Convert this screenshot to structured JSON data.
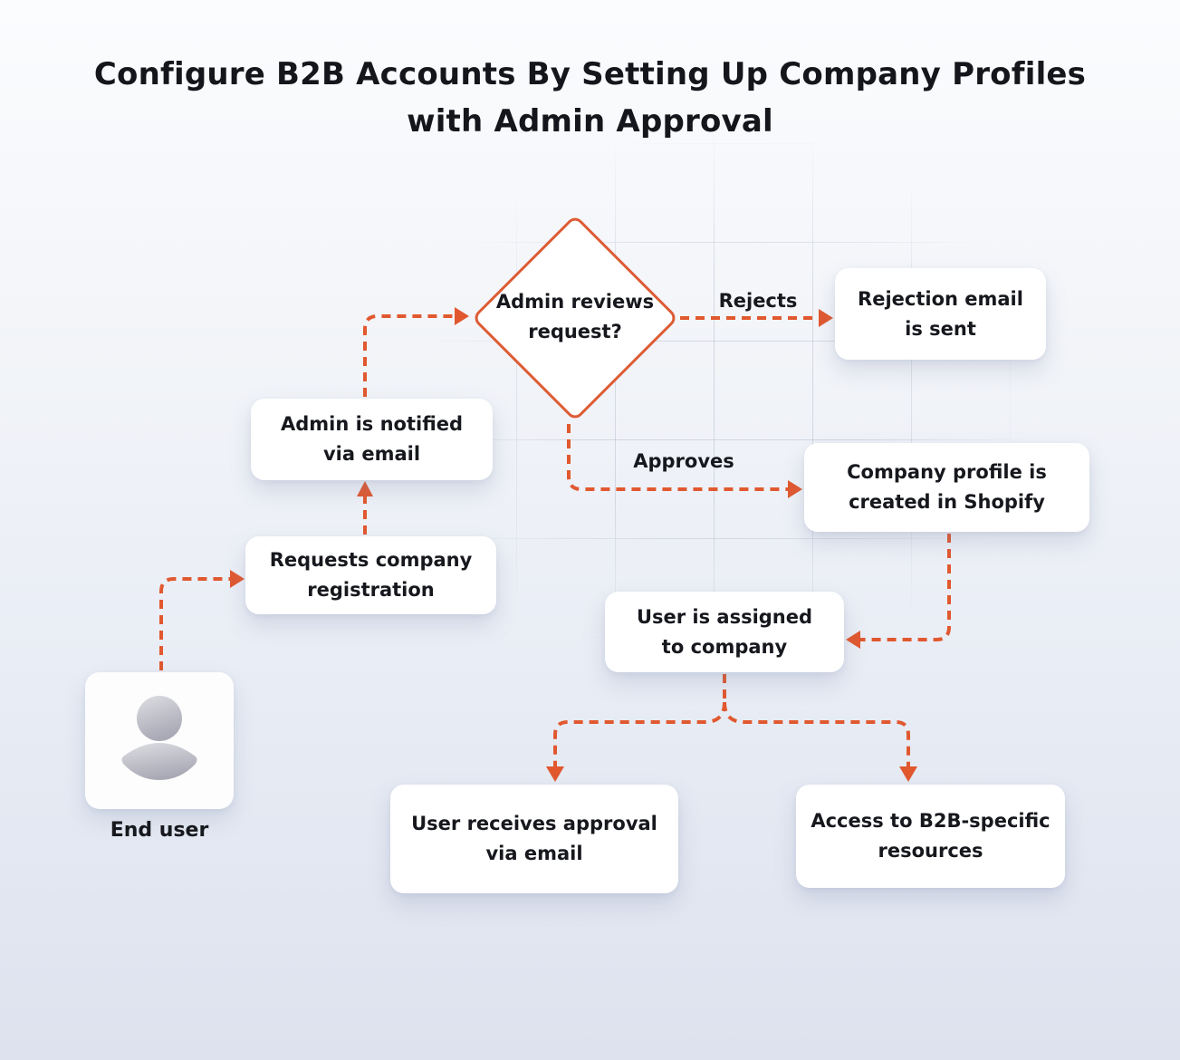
{
  "title": {
    "line1": "Configure B2B Accounts By Setting Up Company Profiles",
    "line2": "with Admin Approval"
  },
  "nodes": {
    "decision": {
      "line1": "Admin reviews",
      "line2": "request?"
    },
    "rejection_email": {
      "line1": "Rejection email",
      "line2": "is sent"
    },
    "admin_notified": {
      "line1": "Admin is notified",
      "line2": "via email"
    },
    "company_profile": {
      "line1": "Company profile is",
      "line2": "created in Shopify"
    },
    "requests_registration": {
      "line1": "Requests company",
      "line2": "registration"
    },
    "user_assigned": {
      "line1": "User is assigned",
      "line2": "to company"
    },
    "user_receives_approval": {
      "line1": "User receives approval",
      "line2": "via email"
    },
    "access_resources": {
      "line1": "Access to B2B-specific",
      "line2": "resources"
    },
    "end_user": {
      "label": "End user"
    }
  },
  "edge_labels": {
    "rejects": "Rejects",
    "approves": "Approves"
  },
  "icons": {
    "end_user_icon": "person-icon"
  },
  "colors": {
    "connector_orange": "#e1582f",
    "diamond_border_orange": "#dd5c35",
    "node_background": "#ffffff",
    "text_dark": "#16181d",
    "background_top": "#fbfcfe",
    "background_bottom": "#dde2ee",
    "grid_line": "#b0b8ca"
  }
}
